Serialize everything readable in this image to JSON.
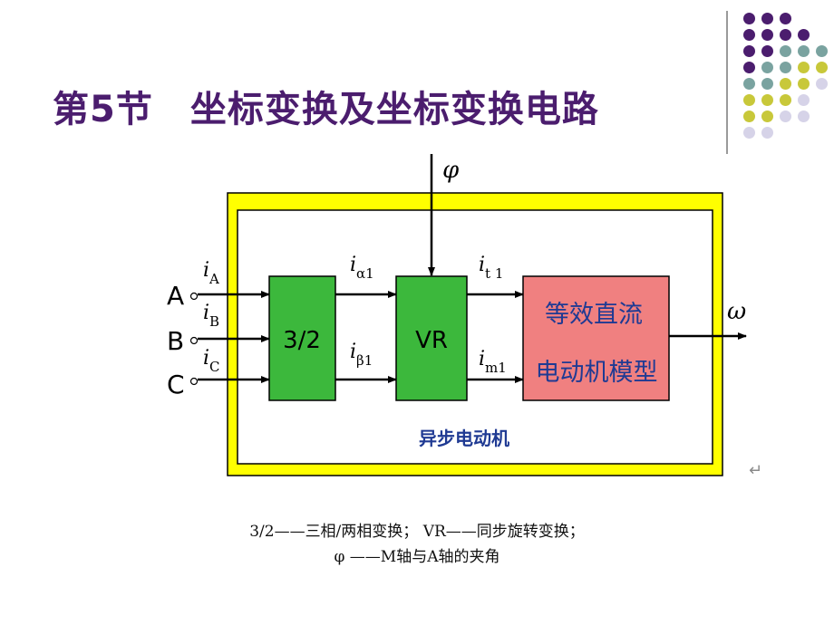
{
  "slide": {
    "title": "第5节　坐标变换及坐标变换电路",
    "palette": {
      "purple": "#4b1d6e",
      "teal": "#7aa3a0",
      "olive": "#c8c83a",
      "lavender": "#d6d3e8"
    }
  },
  "diagram": {
    "phi_label": "φ",
    "inputs": [
      {
        "phase": "A",
        "current": "i",
        "sub": "A"
      },
      {
        "phase": "B",
        "current": "i",
        "sub": "B"
      },
      {
        "phase": "C",
        "current": "i",
        "sub": "C"
      }
    ],
    "block_32": "3/2",
    "block_vr": "VR",
    "alpha_current": {
      "main": "i",
      "sub": "α1"
    },
    "beta_current": {
      "main": "i",
      "sub": "β1"
    },
    "t_current": {
      "main": "i",
      "sub": "t 1"
    },
    "m_current": {
      "main": "i",
      "sub": "m1"
    },
    "motor_model_line1": "等效直流",
    "motor_model_line2": "电动机模型",
    "output_label": "ω",
    "frame_label": "异步电动机",
    "colors": {
      "frame": "#ffff00",
      "green_block": "#3cb83c",
      "red_block": "#f08080",
      "frame_label": "#1f3a93"
    }
  },
  "caption": {
    "line1": "3/2——三相/两相变换；  VR——同步旋转变换；",
    "line2": "φ ——M轴与A轴的夹角"
  }
}
